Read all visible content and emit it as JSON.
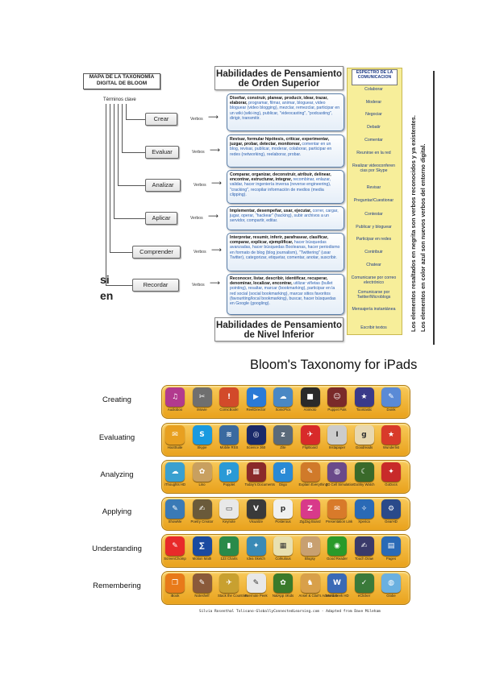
{
  "left_title": "MAPA DE LA TAXONOMÍA DIGITAL DE BLOOM",
  "terms_label": "Términos clave",
  "verbs_label": "Verbos",
  "header_top": "Habilidades de Pensamiento de Orden Superior",
  "header_bottom": "Habilidades de Pensamiento de Nivel Inferior",
  "levels": [
    {
      "label": "Crear",
      "bold": "Diseñar, construir, planear, producir, idear, trazar, elaborar,",
      "blue": "programar, filmar, animar, bloguear, video bloguear (video blogging), mezclar, remezclar, participar en un wiki (wiki-ing), publicar, \"videocasting\", \"podcasting\", dirigir, transmitir."
    },
    {
      "label": "Evaluar",
      "bold": "Revisar, formular hipótesis, criticar, experimentar, juzgar, probar, detectar, monitorear,",
      "blue": "comentar en un blog, revisar, publicar, moderar, colaborar, participar en redes (networking), reelaborar, probar."
    },
    {
      "label": "Analizar",
      "bold": "Comparar, organizar, deconstruir, atribuir, delinear, encontrar, estructurar, integrar,",
      "blue": "recombinar, enlazar, validar, hacer ingeniería inversa (reverse engineering), \"cracking\", recopilar información de medios (media clipping)."
    },
    {
      "label": "Aplicar",
      "bold": "Implementar, desempeñar, usar, ejecutar,",
      "blue": "correr, cargar, jugar, operar, \"hackear\" (hacking), subir archivos a un servidor, compartir, editar."
    },
    {
      "label": "Comprender",
      "bold": "Interpretar, resumir, inferir, parafrasear, clasificar, comparar, explicar, ejemplificar,",
      "blue": "hacer búsquedas avanzadas, hacer búsquedas Booleanas, hacer periodismo en formato de blog (blog journalism), \"Twittering\" (usar Twitter), categorizar, etiquetar, comentar, anotar, suscribir."
    },
    {
      "label": "Recordar",
      "bold": "Reconocer, listar, describir, identificar, recuperar, denominar, localizar, encontrar,",
      "blue": "utilizar viñetas (bullet pointing), resaltar, marcar (bookmarking), participar en la red social (social bookmarking), marcar sitios favoritos (favouriting/local bookmarking), buscar, hacer búsquedas en Google (googling)."
    }
  ],
  "spectrum_header": "ESPECTRO DE LA COMUNICACION",
  "spectrum_items": [
    "Colaborar",
    "Moderar",
    "Negociar",
    "Debatir",
    "Comentar",
    "Reunirse en la red",
    "Realizar videoconferen cias por Skype",
    "Revisar",
    "Preguntar/Cuestionar",
    "Contestar",
    "Publicar y bloguear",
    "Participar en redes",
    "Contribuir",
    "Chatear",
    "Comunicarse por correo electrónico",
    "Comunicarse por Twitter/Microblogs",
    "Mensajería instantánea",
    "Escribir textos"
  ],
  "vertical_note_1": "Los elementos resaltados en negrita son verbos reconocidos y ya existentes.",
  "vertical_note_2": "Los elementos en color azul son nuevos verbos del entorno digital.",
  "side_text_1": "si",
  "side_text_2": "en",
  "ipad_title": "Bloom's Taxonomy for iPads",
  "ipad_rows": [
    {
      "label": "Creating",
      "apps": [
        "Audioboo",
        "iMovie",
        "ComicBook!",
        "ReelDirector",
        "SonicPics",
        "Animoto",
        "Puppet Pals",
        "Toontastic",
        "Doink"
      ]
    },
    {
      "label": "Evaluating",
      "apps": [
        "HootSuite",
        "Skype",
        "Mobile RSS",
        "Science 360",
        "Zite",
        "FlipBoard",
        "Instapaper",
        "Goodreads",
        "Wunderlist"
      ]
    },
    {
      "label": "Analyzing",
      "apps": [
        "iThoughts HD",
        "Lino",
        "Popplet",
        "Today's Documents",
        "Diigo",
        "Explain Everything",
        "3D Cell Simulation",
        "GoSky Watch",
        "GoDocs"
      ]
    },
    {
      "label": "Applying",
      "apps": [
        "ShowMe",
        "Poetry Creator",
        "Keynote",
        "Visualize",
        "Posterous",
        "ZigZag Board",
        "Presentation Link",
        "Xperica",
        "GearHD"
      ]
    },
    {
      "label": "Understanding",
      "apps": [
        "ScreenChomp",
        "Motion Math",
        "123 Charts",
        "Idea Sketch",
        "Corkulous",
        "Blogsy",
        "Good Reader",
        "Touch Draw",
        "Pages"
      ]
    },
    {
      "label": "Remembering",
      "apps": [
        "iBook",
        "Noteshelf",
        "Stack the Countries",
        "Evernote Peek",
        "NatApp 4Kids",
        "Ansel & Clair's Adventure",
        "Word Seek HD",
        "eClicker",
        "Globe"
      ]
    }
  ],
  "credit": "Silvia Rosenthal Tolisano-GloballyConnectedLearning.com - Adapted from Dave Mileham",
  "icon_colors": [
    [
      "#b23a8e",
      "#6f6f6f",
      "#d24a2a",
      "#2a7ad6",
      "#4a88c4",
      "#2a2a2a",
      "#7a2a2a",
      "#3a3a8a",
      "#5a8ad6"
    ],
    [
      "#e8a020",
      "#1a9ae0",
      "#3a6aa0",
      "#1a2a6a",
      "#5a6a7a",
      "#d82a2a",
      "#cccccc",
      "#e8d8b0",
      "#d83a2a"
    ],
    [
      "#3aa0d0",
      "#c8a060",
      "#2a9ad6",
      "#8a2a2a",
      "#2a8ad6",
      "#d07a2a",
      "#6a4a8a",
      "#3a6a2a",
      "#c82a2a"
    ],
    [
      "#3a7ab6",
      "#6a5a3a",
      "#e8e8e8",
      "#3a3a3a",
      "#f0f0f0",
      "#d83a8a",
      "#d87a2a",
      "#2a6ab6",
      "#2a4a8a"
    ],
    [
      "#e82a2a",
      "#1a4aa0",
      "#2a8a4a",
      "#3a8ab6",
      "#e8e0b0",
      "#c8a070",
      "#2a9a2a",
      "#3a3a6a",
      "#2a6ab6"
    ],
    [
      "#e87a1a",
      "#8a5a3a",
      "#c8a030",
      "#e8e8e8",
      "#3a7a2a",
      "#d8a04a",
      "#3a6ab6",
      "#3a7a3a",
      "#6ab0e0"
    ]
  ],
  "icon_glyphs": [
    [
      "♫",
      "✂",
      "!",
      "▶",
      "☁",
      "■",
      "☺",
      "★",
      "✎"
    ],
    [
      "✉",
      "S",
      "≋",
      "◎",
      "z",
      "✈",
      "I",
      "g",
      "★"
    ],
    [
      "☁",
      "✿",
      "p",
      "▦",
      "d",
      "✎",
      "◍",
      "☾",
      "✦"
    ],
    [
      "✎",
      "✍",
      "▭",
      "V",
      "p",
      "Z",
      "✉",
      "✧",
      "⚙"
    ],
    [
      "✎",
      "∑",
      "▮",
      "✦",
      "▦",
      "B",
      "◉",
      "✍",
      "▤"
    ],
    [
      "❐",
      "✎",
      "✈",
      "✎",
      "✿",
      "♞",
      "W",
      "✓",
      "◍"
    ]
  ]
}
